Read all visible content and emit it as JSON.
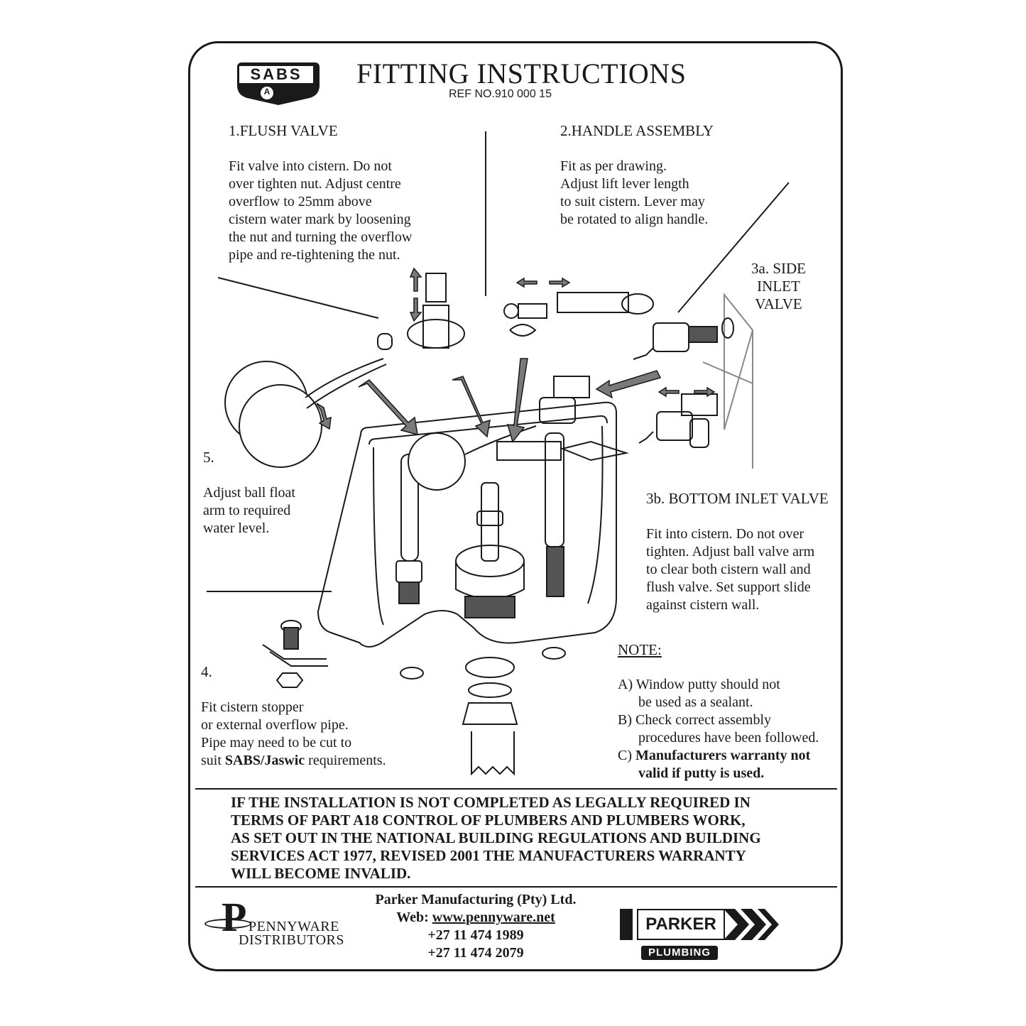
{
  "header": {
    "logo_text": "SABS",
    "logo_mark": "A",
    "title": "FITTING INSTRUCTIONS",
    "ref": "REF NO.910 000 15"
  },
  "sections": {
    "flush_valve": {
      "heading": "1.FLUSH VALVE",
      "lines": [
        "Fit valve into cistern. Do not",
        "over tighten nut. Adjust centre",
        "overflow to 25mm above",
        "cistern water mark by loosening",
        "the nut and turning the overflow",
        "pipe and re-tightening the nut."
      ]
    },
    "handle_assembly": {
      "heading": "2.HANDLE ASSEMBLY",
      "lines": [
        "Fit as per drawing.",
        "Adjust lift lever length",
        "to suit cistern. Lever may",
        "be rotated to align handle."
      ]
    },
    "side_inlet": {
      "heading_lines": [
        "3a. SIDE",
        "INLET",
        "VALVE"
      ]
    },
    "bottom_inlet": {
      "heading": "3b. BOTTOM INLET VALVE",
      "lines": [
        "Fit into cistern. Do not over",
        "tighten. Adjust ball valve arm",
        "to clear both cistern wall and",
        "flush valve. Set support slide",
        "against cistern wall."
      ]
    },
    "ball_float": {
      "heading": "5.",
      "lines": [
        "Adjust ball float",
        "arm to required",
        "water level."
      ]
    },
    "stopper": {
      "heading": "4.",
      "lines": [
        "Fit cistern stopper",
        "or external overflow pipe.",
        "Pipe may need to be cut to"
      ],
      "last_prefix": "suit ",
      "last_bold": "SABS/Jaswic",
      "last_suffix": " requirements."
    },
    "note": {
      "heading": "NOTE:",
      "a_1": "A) Window putty should not",
      "a_2": "be used as a sealant.",
      "b_1": "B) Check correct assembly",
      "b_2": "procedures have been followed.",
      "c_prefix": "C) ",
      "c_1": "Manufacturers warranty not",
      "c_2": "valid if putty is used."
    }
  },
  "warning_lines": [
    "IF THE INSTALLATION IS NOT COMPLETED AS LEGALLY REQUIRED IN",
    "TERMS OF PART A18 CONTROL OF PLUMBERS AND PLUMBERS WORK,",
    "AS SET OUT IN THE NATIONAL BUILDING REGULATIONS AND BUILDING",
    "SERVICES ACT 1977, REVISED 2001 THE MANUFACTURERS WARRANTY",
    "WILL BECOME INVALID."
  ],
  "footer": {
    "company": "Parker Manufacturing (Pty) Ltd.",
    "web_label": "Web: ",
    "web_url": "www.pennyware.net",
    "phone_1": "+27 11 474 1989",
    "phone_2": "+27 11 474 2079",
    "pennyware_initial": "P",
    "pennyware_line_1": "PENNYWARE",
    "pennyware_line_2": "DISTRIBUTORS",
    "parker_name": "PARKER",
    "parker_sub": "PLUMBING"
  },
  "colors": {
    "ink": "#1a1a1a",
    "arrow_grey": "#6b6b6b",
    "paper": "#ffffff"
  }
}
